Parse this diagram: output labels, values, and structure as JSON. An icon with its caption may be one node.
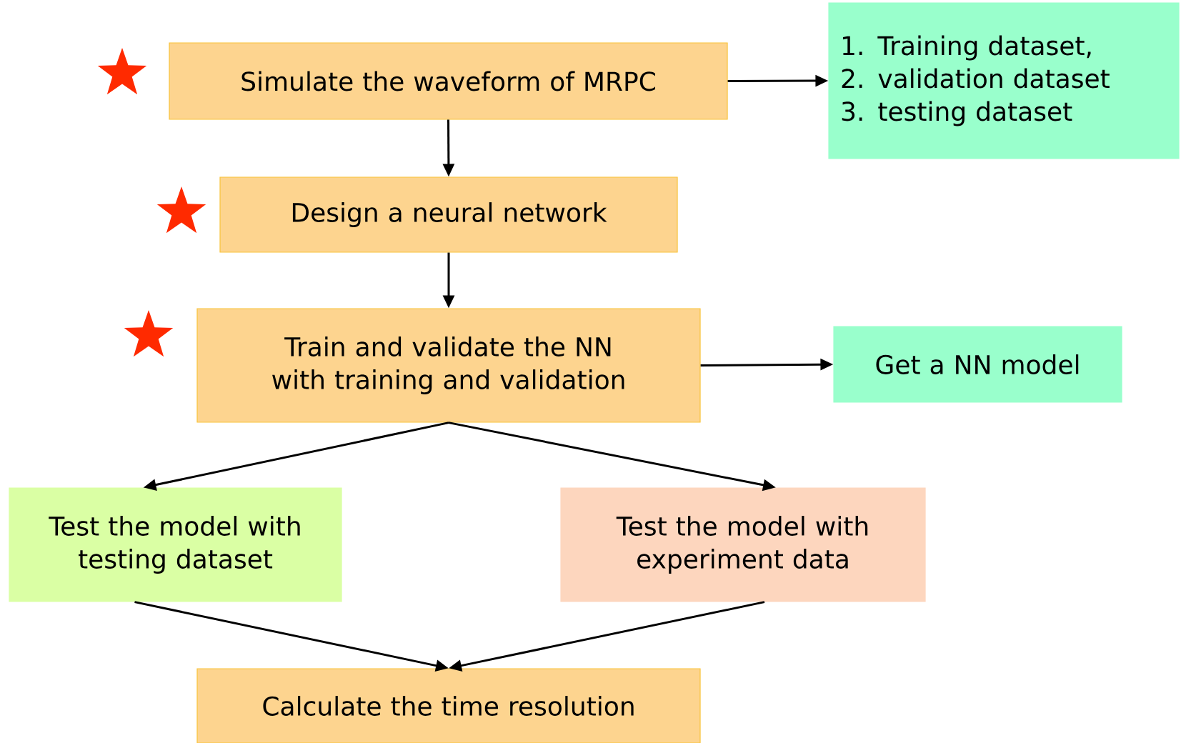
{
  "diagram": {
    "nodes": [
      {
        "text": [
          "Simulate the waveform of MRPC"
        ]
      },
      {
        "text": [
          "1. Training dataset,",
          "2. validation dataset",
          "3. testing dataset"
        ]
      },
      {
        "text": [
          "Design a neural network"
        ]
      },
      {
        "text": [
          "Train and validate the NN with training and validation"
        ]
      },
      {
        "text": [
          "Get a NN model"
        ]
      },
      {
        "text": [
          "Test the model with testing dataset"
        ]
      },
      {
        "text": [
          "Test the model with experiment data"
        ]
      },
      {
        "text": [
          "Calculate the time resolution"
        ]
      }
    ],
    "edges": [
      {
        "from": 0,
        "to": 1,
        "arrow": "to"
      },
      {
        "from": 0,
        "to": 2,
        "arrow": "to"
      },
      {
        "from": 2,
        "to": 3,
        "arrow": "to"
      },
      {
        "from": 3,
        "to": 4,
        "arrow": "to"
      },
      {
        "from": 3,
        "to": 5,
        "arrow": "to"
      },
      {
        "from": 3,
        "to": 6,
        "arrow": "to"
      },
      {
        "from": 5,
        "to": 7,
        "arrow": "to"
      },
      {
        "from": 6,
        "to": 7,
        "arrow": "to"
      }
    ]
  }
}
